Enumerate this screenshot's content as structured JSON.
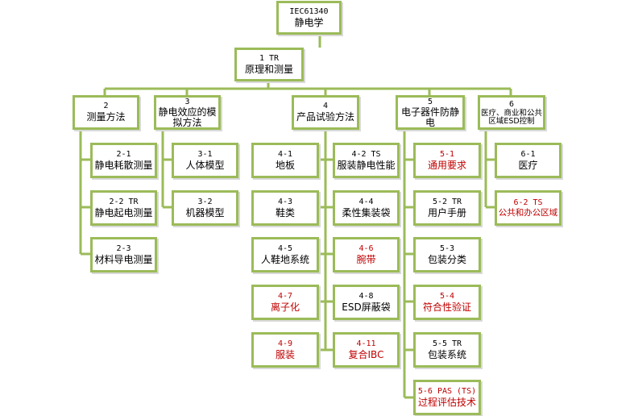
{
  "colors": {
    "line": "#9bbb59",
    "text": "#000000",
    "highlight": "#c00000"
  },
  "root": {
    "code": "IEC61340",
    "label": "静电学"
  },
  "n1": {
    "code": "1  TR",
    "label": "原理和测量"
  },
  "n2": {
    "code": "2",
    "label": "测量方法"
  },
  "n3": {
    "code": "3",
    "label": "静电效应的模拟方法"
  },
  "n4": {
    "code": "4",
    "label": "产品试验方法"
  },
  "n5": {
    "code": "5",
    "label": "电子器件防静电"
  },
  "n6": {
    "code": "6",
    "label": "医疗、商业和公共区域ESD控制"
  },
  "s2_1": {
    "code": "2-1",
    "label": "静电耗散测量"
  },
  "s2_2": {
    "code": "2-2 TR",
    "label": "静电起电测量"
  },
  "s2_3": {
    "code": "2-3",
    "label": "材料导电测量"
  },
  "s3_1": {
    "code": "3-1",
    "label": "人体模型"
  },
  "s3_2": {
    "code": "3-2",
    "label": "机器模型"
  },
  "s4_1": {
    "code": "4-1",
    "label": "地板"
  },
  "s4_2": {
    "code": "4-2  TS",
    "label": "服装静电性能"
  },
  "s4_3": {
    "code": "4-3",
    "label": "鞋类"
  },
  "s4_4": {
    "code": "4-4",
    "label": "柔性集装袋"
  },
  "s4_5": {
    "code": "4-5",
    "label": "人鞋地系统"
  },
  "s4_6": {
    "code": "4-6",
    "label": "腕带"
  },
  "s4_7": {
    "code": "4-7",
    "label": "离子化"
  },
  "s4_8": {
    "code": "4-8",
    "label": "ESD屏蔽袋"
  },
  "s4_9": {
    "code": "4-9",
    "label": "服装"
  },
  "s4_11": {
    "code": "4-11",
    "label": "复合IBC"
  },
  "s5_1": {
    "code": "5-1",
    "label": "通用要求"
  },
  "s5_2": {
    "code": "5-2 TR",
    "label": "用户手册"
  },
  "s5_3": {
    "code": "5-3",
    "label": "包装分类"
  },
  "s5_4": {
    "code": "5-4",
    "label": "符合性验证"
  },
  "s5_5": {
    "code": "5-5 TR",
    "label": "包装系统"
  },
  "s5_6": {
    "code": "5-6 PAS (TS)",
    "label": "过程评估技术"
  },
  "s6_1": {
    "code": "6-1",
    "label": "医疗"
  },
  "s6_2": {
    "code": "6-2 TS",
    "label": "公共和办公区域"
  }
}
